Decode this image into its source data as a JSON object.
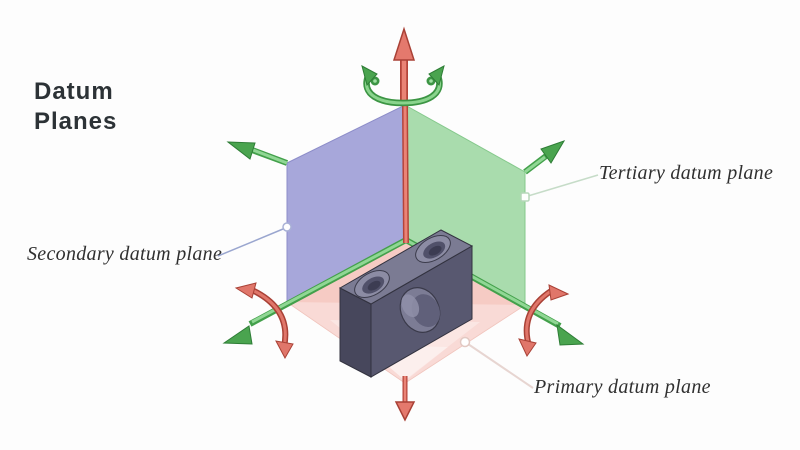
{
  "title": "Datum Planes",
  "labels": {
    "secondary": "Secondary datum plane",
    "tertiary": "Tertiary datum plane",
    "primary": "Primary datum plane"
  },
  "figure": {
    "type": "isometric-gd-t-datum-planes-illustration",
    "planes": [
      {
        "name": "Primary datum plane",
        "orientation": "horizontal-bottom",
        "color": "#f6cbc4"
      },
      {
        "name": "Secondary datum plane",
        "orientation": "vertical-left",
        "color": "#a7a7da"
      },
      {
        "name": "Tertiary datum plane",
        "orientation": "vertical-right",
        "color": "#a9dcad"
      }
    ],
    "part": {
      "name": "workpiece-block",
      "color": "#585870",
      "features": [
        "two counterbored holes on top face",
        "oval hole on front face"
      ]
    },
    "arrows": {
      "translation_green": "#82d185",
      "translation_red": "#e4796d",
      "rotation_green_outline": "#3c9544",
      "rotation_red_outline": "#a94136"
    },
    "colors": {
      "background": "#fdfdfd",
      "title_text": "#2c3236",
      "label_text": "#303030",
      "leader_secondary": "#9aa6cf",
      "leader_tertiary": "#c6dcc8",
      "leader_primary": "#e7d5d1"
    }
  }
}
